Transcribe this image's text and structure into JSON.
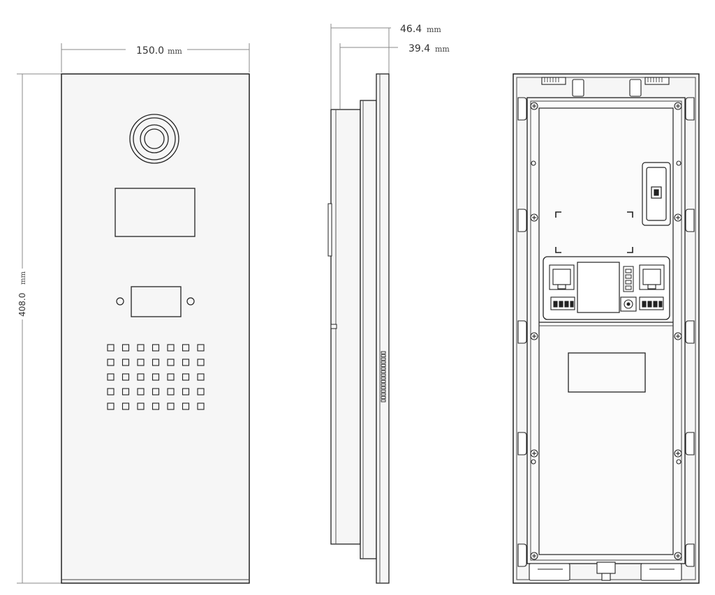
{
  "dimensions": {
    "width": {
      "value": "150.0",
      "unit": "mm"
    },
    "height": {
      "value": "408.0",
      "unit": "mm"
    },
    "depth_total": {
      "value": "46.4",
      "unit": "mm"
    },
    "depth_body": {
      "value": "39.4",
      "unit": "mm"
    }
  },
  "colors": {
    "line": "#222222",
    "dim_line": "#8a8a8a",
    "fill": "#f6f6f6",
    "white": "#ffffff"
  },
  "icons": {
    "camera": "camera-lens-icon",
    "rj45": "ethernet-port-icon",
    "terminal": "terminal-block-icon",
    "dc_jack": "dc-power-jack-icon"
  }
}
